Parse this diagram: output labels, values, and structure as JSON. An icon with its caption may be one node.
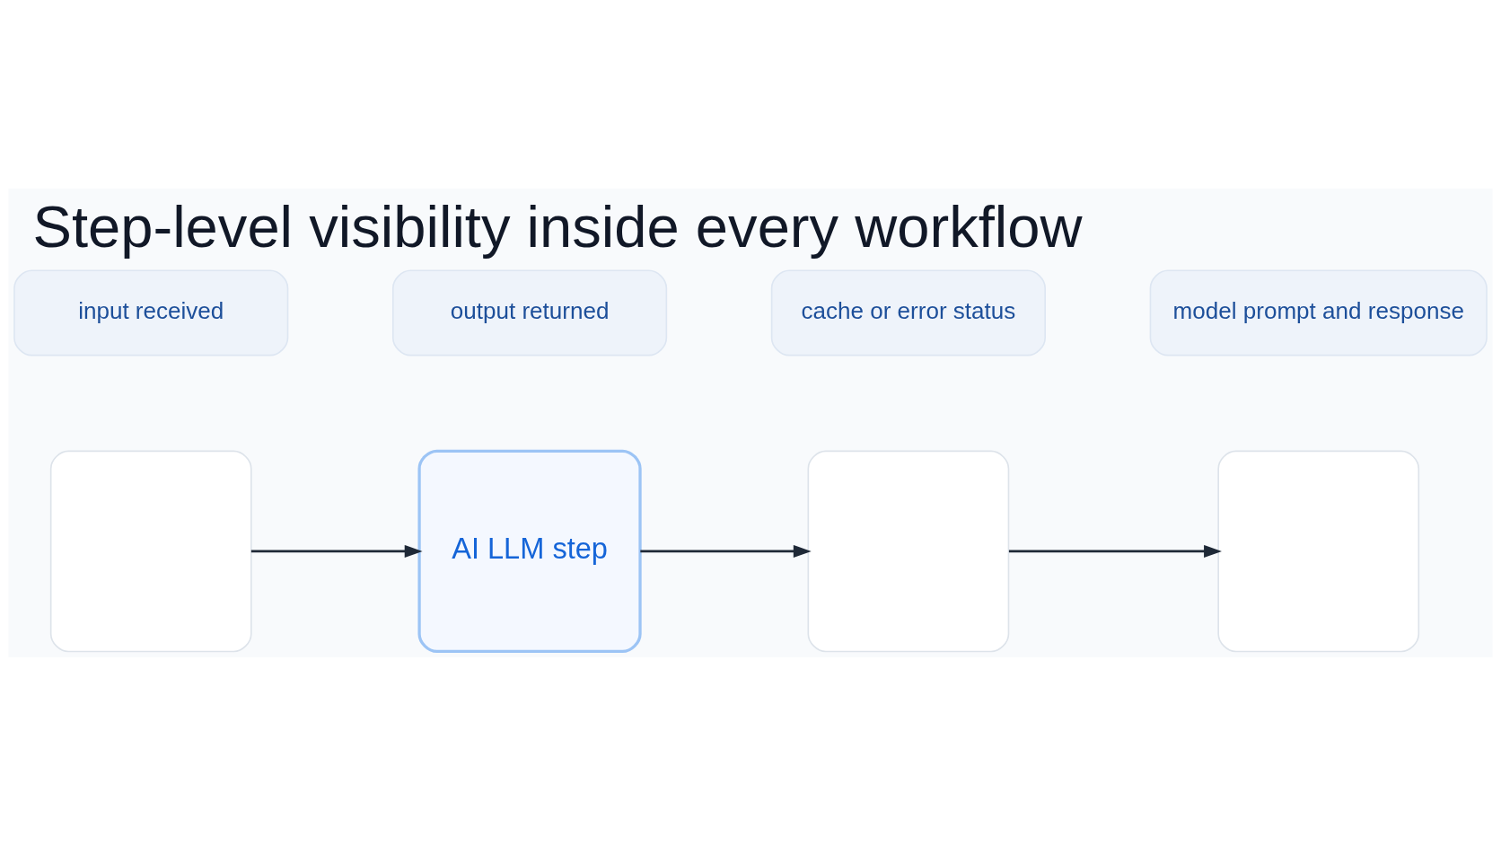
{
  "diagram": {
    "title": "Step-level visibility inside every workflow",
    "nodes": [
      {
        "text": [],
        "shape": "box"
      },
      {
        "text": [
          "AI LLM step"
        ]
      },
      {
        "text": [],
        "shape": "box"
      },
      {
        "text": [],
        "shape": "box"
      },
      {
        "text": [
          "input received"
        ]
      },
      {
        "text": [
          "output returned"
        ]
      },
      {
        "text": [
          "cache or error status"
        ]
      },
      {
        "text": [
          "model prompt and response"
        ]
      }
    ],
    "edges": [
      {
        "from": 0,
        "to": 1,
        "arrow": "to"
      },
      {
        "from": 1,
        "to": 2,
        "arrow": "to"
      },
      {
        "from": 2,
        "to": 3,
        "arrow": "to"
      }
    ]
  }
}
